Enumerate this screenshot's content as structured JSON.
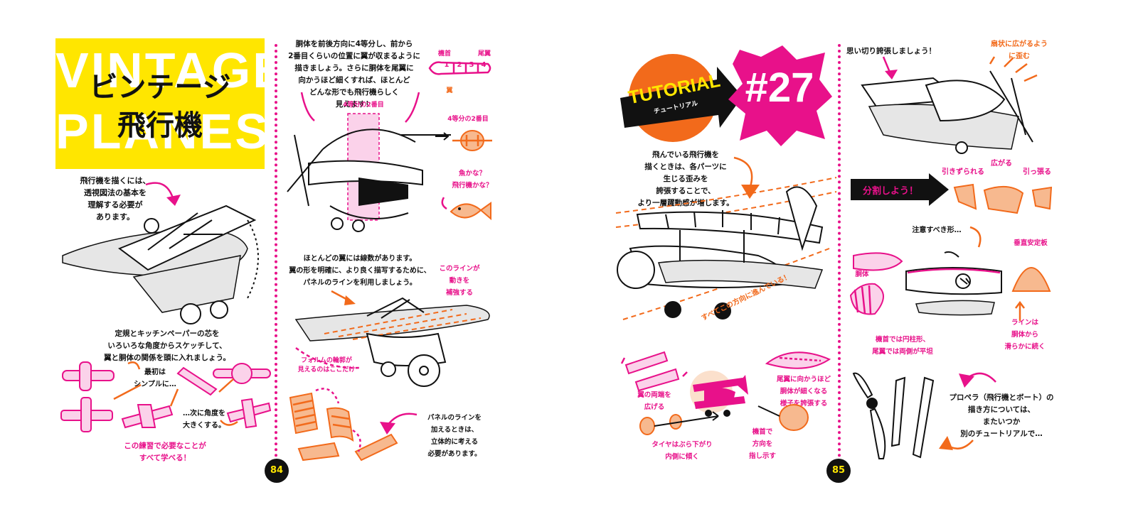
{
  "left_page": {
    "title_bg": "VINTAGE\nPLANES",
    "title_jp": "ビンテージ\n飛行機",
    "intro": "飛行機を描くには、\n透視図法の基本を\n理解する必要が\nあります。",
    "col2_top": "胴体を前後方向に4等分し、前から\n2番目くらいの位置に翼が収まるように\n描きましょう。さらに胴体を尾翼に\n向かうほど細くすれば、ほとんど\nどんな形でも飛行機らしく\n見えます！",
    "label_nose": "機首",
    "label_tail": "尾翼",
    "fuselage_numbers": [
      "1",
      "2",
      "3",
      "4"
    ],
    "label_wing": "翼",
    "label_quarter_center": "4等分の2番目",
    "label_quarter_right": "4等分の2番目",
    "label_fish": "魚かな？\n飛行機かな？",
    "col2_mid": "ほとんどの翼には線数があります。\n翼の形を明確に、より良く描写するために、\nパネルのラインを利用しましょう。",
    "line_note": "このラインが\n動きを\n補強する",
    "form_note": "フォルムの輪郭が\n見えるのはここだけ",
    "sketch_text": "定規とキッチンペーパーの芯を\nいろいろな角度からスケッチして、\n翼と胴体の関係を頭に入れましょう。",
    "simple_first": "最初は\nシンプルに…",
    "then_angle": "…次に角度を\n大きくする。",
    "practice": "この練習で必要なことが\nすべて学べる！",
    "panel_note": "パネルのラインを\n加えるときは、\n立体的に考える\n必要があります。",
    "page_number": "84"
  },
  "right_page": {
    "tutorial_word": "TUTORIAL",
    "tutorial_kana": "チュートリアル",
    "tutorial_number": "#27",
    "flying_text": "飛んでいる飛行機を\n描くときは、各パーツに\n生じる歪みを\n誇張することで、\nより一層躍動感が増します。",
    "curve_text": "すべてこの方向に進んでいる！",
    "exaggerate": "思い切り誇張しましょう！",
    "spread": "扇状に広がるよう\nに歪む",
    "split_banner": "分割しよう！",
    "pulled_in": "引きずられる",
    "stretched": "広がる",
    "pulled": "引っ張る",
    "attention": "注意すべき形…",
    "stabilizer": "垂直安定板",
    "body_label": "胴体",
    "line_smooth": "ラインは\n胴体から\n滑らかに続く",
    "cone_note": "機首では円柱形、\n尾翼では両側が平坦",
    "wing_spread": "翼の両端を\n広げる",
    "tail_narrow": "尾翼に向かうほど\n胴体が細くなる\n様子を誇張する",
    "nose_direction": "機首で\n方向を\n指し示す",
    "tires": "タイヤはぶら下がり\n内側に傾く",
    "propeller_note": "プロペラ（飛行機とボート）の\n描き方については、\nまたいつか\n別のチュートリアルで…",
    "page_number": "85"
  },
  "colors": {
    "pink": "#e8118a",
    "orange": "#f26a1b",
    "yellow": "#ffe600",
    "black": "#111111"
  }
}
